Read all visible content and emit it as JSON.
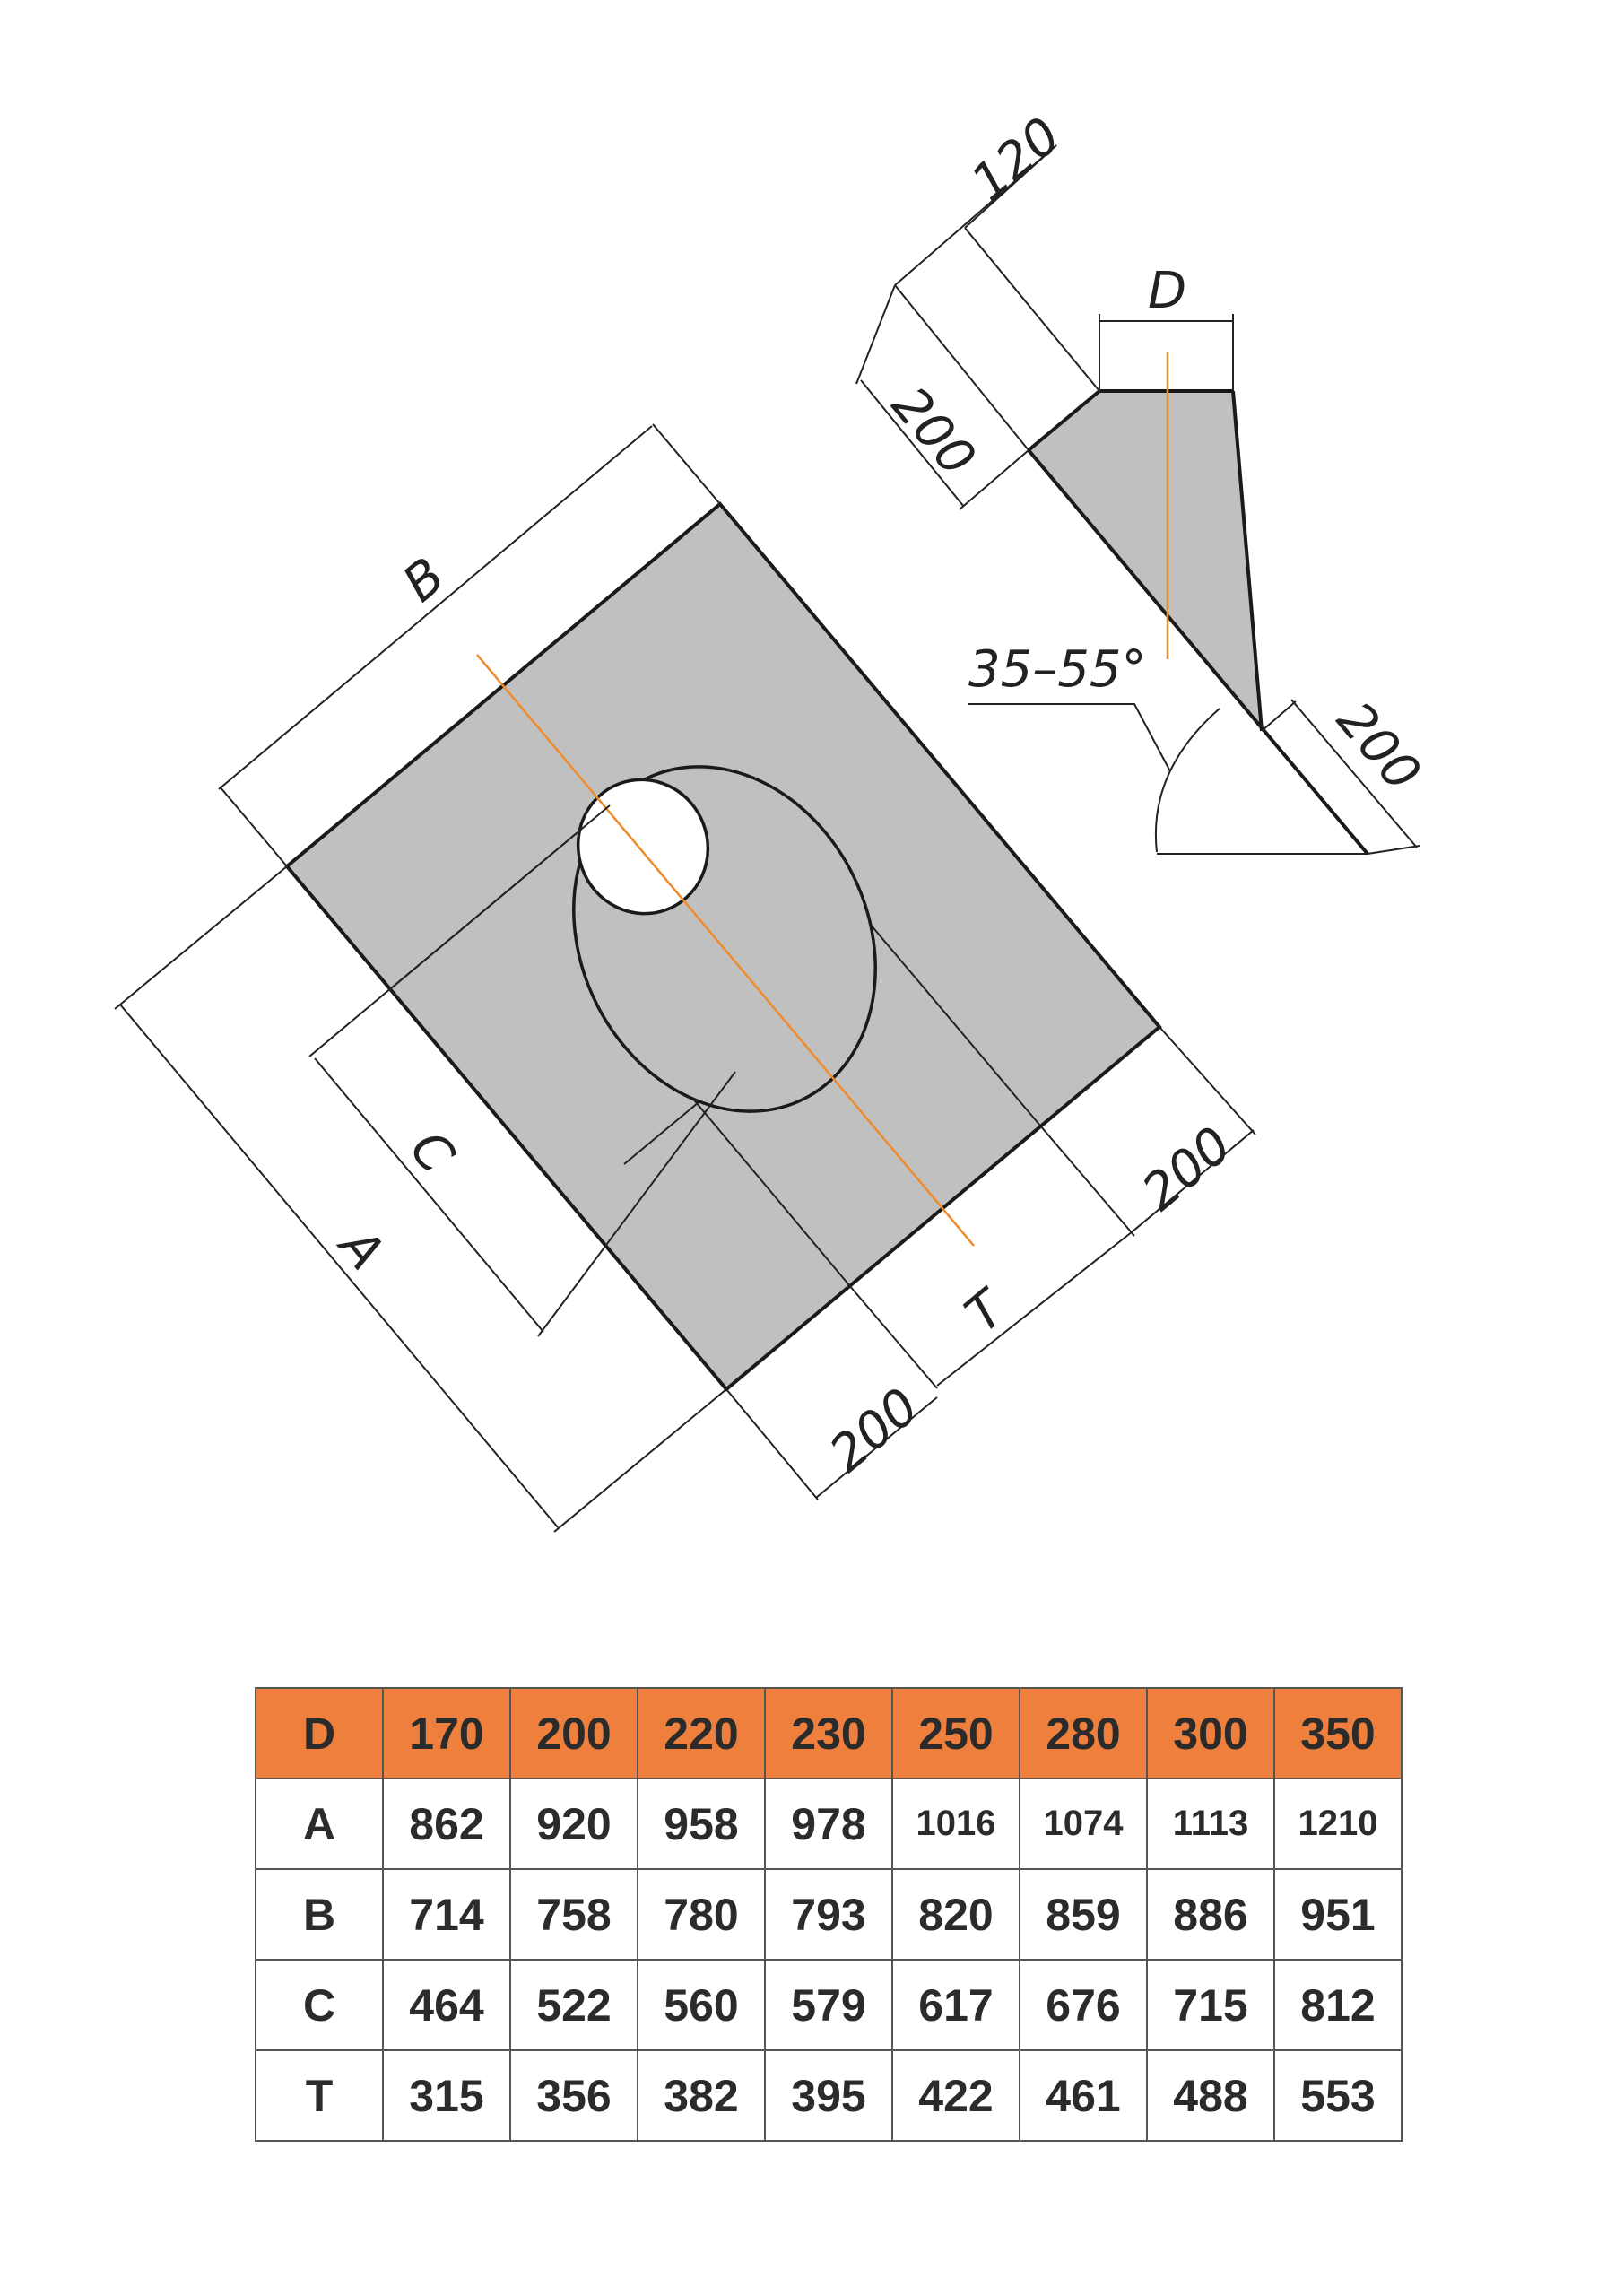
{
  "drawing": {
    "labels": {
      "B": "B",
      "A": "A",
      "C": "C",
      "T": "T",
      "D": "D",
      "dim_120": "120",
      "dim_200_top": "200",
      "dim_200_right": "200",
      "dim_200_plate_right": "200",
      "dim_200_plate_bottom": "200",
      "angle": "35–55°"
    },
    "colors": {
      "plate_fill": "#c0c0c0",
      "axis_line": "#f08a2a",
      "outline": "#1a1a1a"
    }
  },
  "table": {
    "header": [
      "D",
      "170",
      "200",
      "220",
      "230",
      "250",
      "280",
      "300",
      "350"
    ],
    "rows": [
      [
        "A",
        "862",
        "920",
        "958",
        "978",
        "1016",
        "1074",
        "1113",
        "1210"
      ],
      [
        "B",
        "714",
        "758",
        "780",
        "793",
        "820",
        "859",
        "886",
        "951"
      ],
      [
        "C",
        "464",
        "522",
        "560",
        "579",
        "617",
        "676",
        "715",
        "812"
      ],
      [
        "T",
        "315",
        "356",
        "382",
        "395",
        "422",
        "461",
        "488",
        "553"
      ]
    ],
    "colors": {
      "header_bg": "#ee7f3c",
      "border": "#555555"
    }
  }
}
